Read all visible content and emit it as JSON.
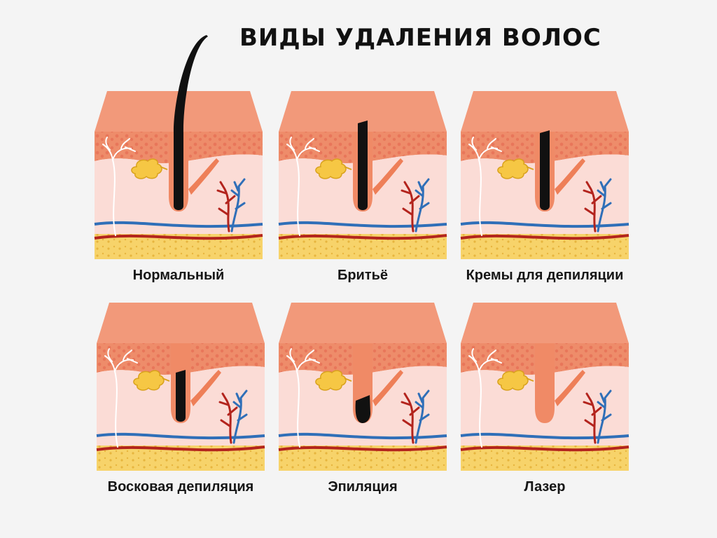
{
  "title": "ВИДЫ УДАЛЕНИЯ ВОЛОС",
  "panels": [
    {
      "caption": "Нормальный"
    },
    {
      "caption": "Бритьё"
    },
    {
      "caption": "Кремы для депиляции"
    },
    {
      "caption": "Восковая депиляция"
    },
    {
      "caption": "Эпиляция"
    },
    {
      "caption": "Лазер"
    }
  ],
  "colors": {
    "background": "#f4f4f4",
    "skin_top": "#f2997a",
    "epidermis": "#ee8c6a",
    "dermis": "#fbdcd6",
    "follicle": "#f08a66",
    "hair": "#111111",
    "fat": "#f7d36a",
    "vein": "#2f6fb8",
    "artery": "#b3241d",
    "gland": "#f6c744",
    "nerve": "#ffffff"
  },
  "icons": [
    "hair-strand",
    "nerve-ending",
    "sebaceous-gland",
    "arrector-muscle",
    "capillary"
  ]
}
